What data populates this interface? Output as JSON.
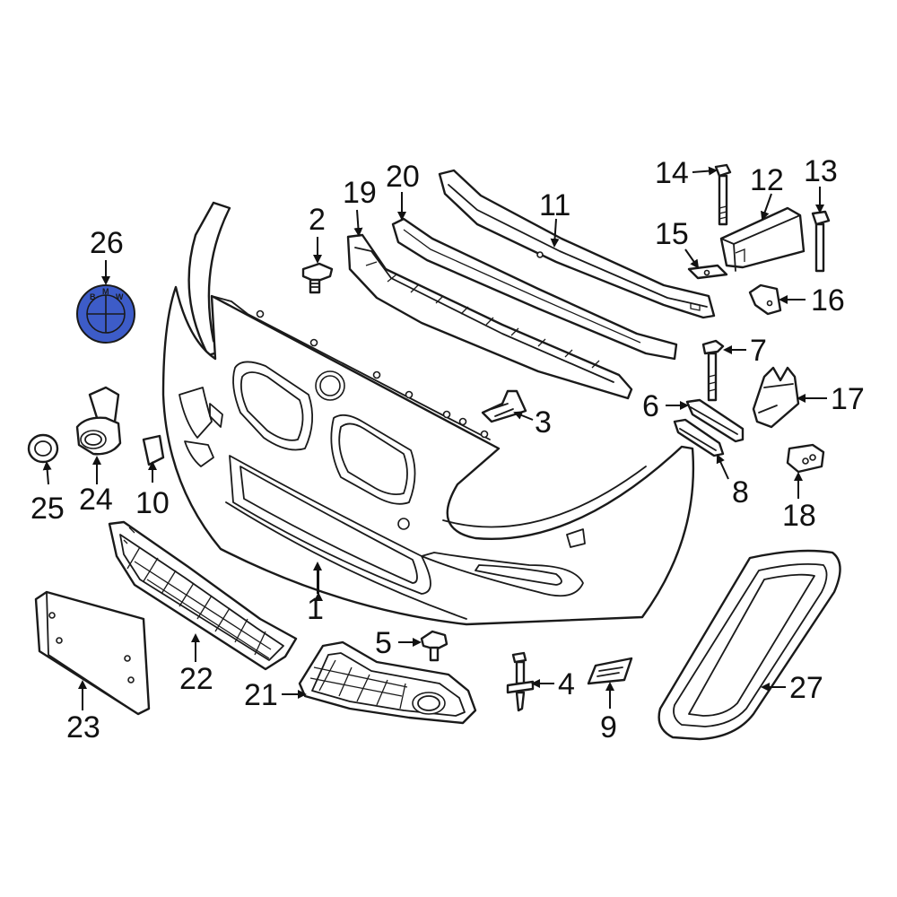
{
  "diagram": {
    "type": "exploded-parts-diagram",
    "highlight_color": "#3d5cc8",
    "callouts": {
      "c1": "1",
      "c2": "2",
      "c3": "3",
      "c4": "4",
      "c5": "5",
      "c6": "6",
      "c7": "7",
      "c8": "8",
      "c9": "9",
      "c10": "10",
      "c11": "11",
      "c12": "12",
      "c13": "13",
      "c14": "14",
      "c15": "15",
      "c16": "16",
      "c17": "17",
      "c18": "18",
      "c19": "19",
      "c20": "20",
      "c21": "21",
      "c22": "22",
      "c23": "23",
      "c24": "24",
      "c25": "25",
      "c26": "26",
      "c27": "27"
    },
    "emblem_letters": {
      "b": "B",
      "m": "M",
      "w": "W"
    }
  }
}
